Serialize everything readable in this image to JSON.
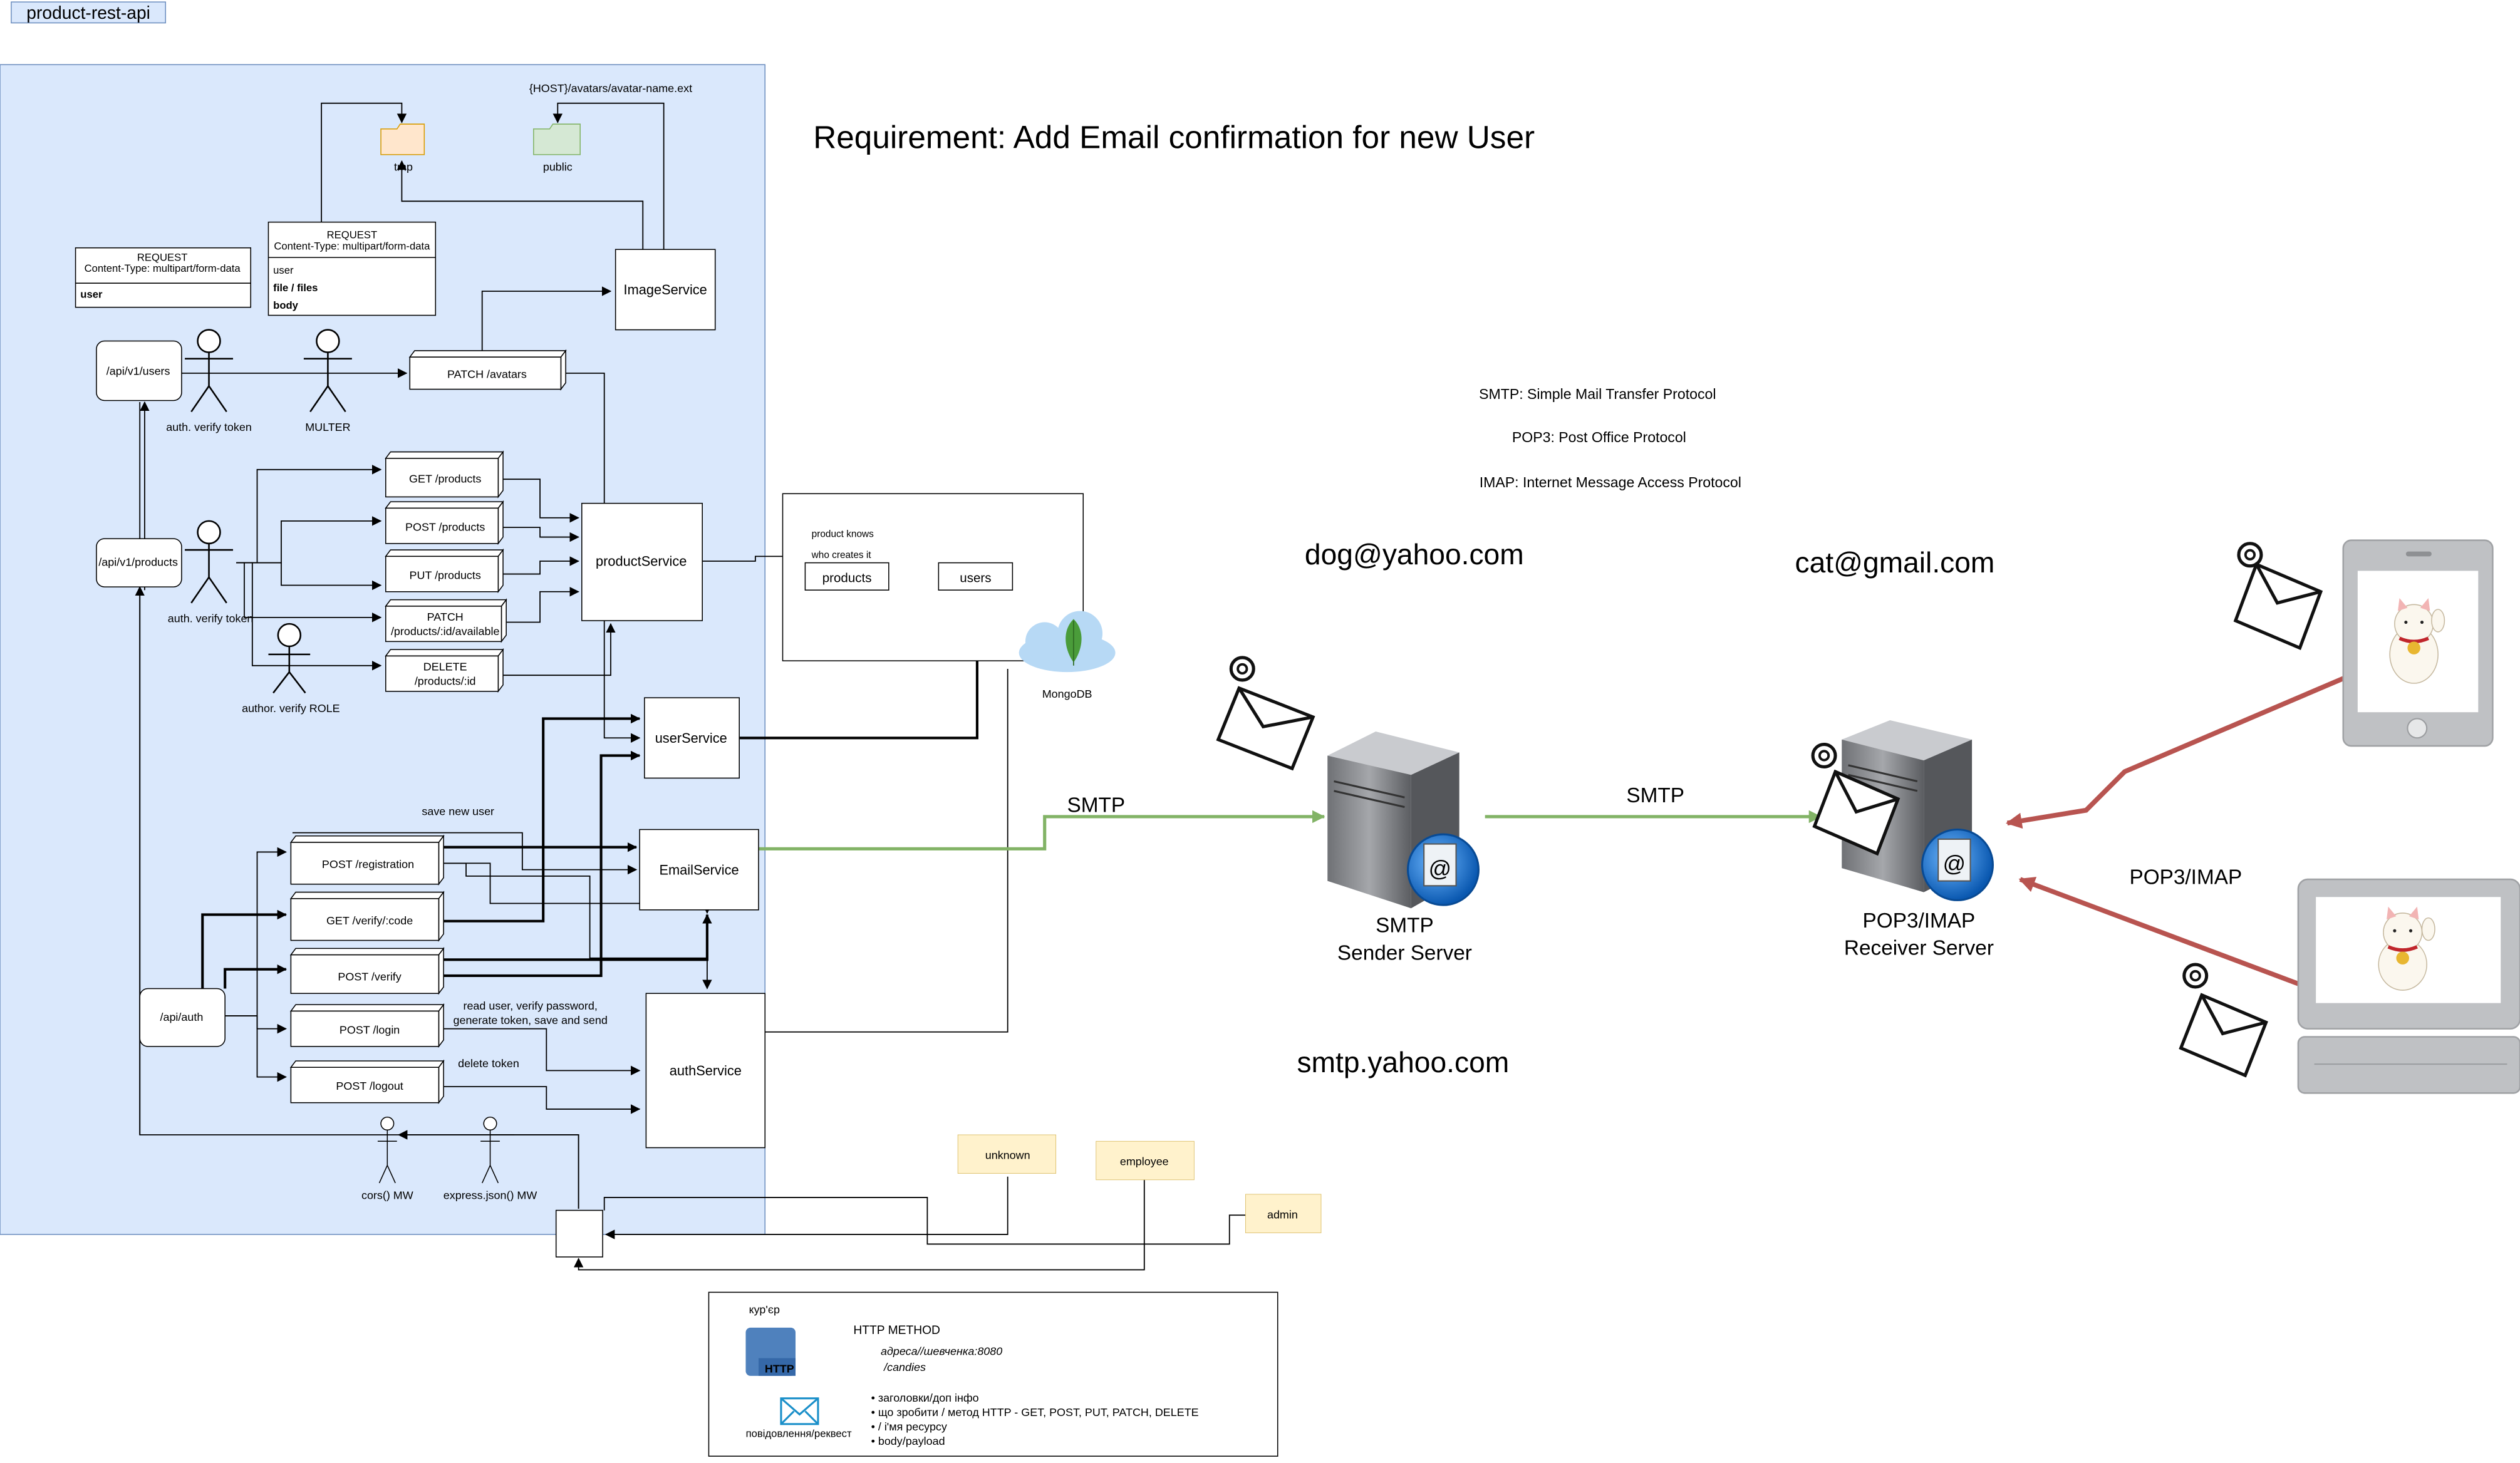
{
  "page_tab": "product-rest-api",
  "title": "Requirement: Add Email confirmation for new User",
  "folders": {
    "tmp": "tmp",
    "public": "public",
    "avatar_path": "{HOST}/avatars/avatar-name.ext"
  },
  "request_box_1": {
    "title": "REQUEST",
    "subtitle": "Content-Type: multipart/form-data",
    "rows": [
      "user"
    ]
  },
  "request_box_2": {
    "title": "REQUEST",
    "subtitle": "Content-Type: multipart/form-data",
    "rows": [
      "user",
      "file / files",
      "body"
    ]
  },
  "services": {
    "image": "ImageService",
    "product": "productService",
    "user": "userService",
    "email": "EmailService",
    "auth": "authService"
  },
  "routes": {
    "users": "/api/v1/users",
    "products": "/api/v1/products",
    "auth": "/api/auth"
  },
  "endpoints": {
    "patch_avatars": "PATCH /avatars",
    "get_products": "GET /products",
    "post_products": "POST /products",
    "put_products": "PUT /products",
    "patch_available_1": "PATCH",
    "patch_available_2": "/products/:id/available",
    "delete_products_1": "DELETE",
    "delete_products_2": "/products/:id",
    "post_registration": "POST /registration",
    "get_verify": "GET /verify/:code",
    "post_verify": "POST /verify",
    "post_login": "POST /login",
    "post_logout": "POST /logout"
  },
  "actors": {
    "auth_users": "auth. verify token",
    "multer": "MULTER",
    "auth_products": "auth. verify token",
    "author_role": "author. verify ROLE",
    "cors": "cors() MW",
    "express_json": "express.json() MW"
  },
  "notes": {
    "save_new_user": "save new user",
    "login_note_1": "read user, verify password,",
    "login_note_2": "generate token, save and send",
    "delete_token": "delete token"
  },
  "db": {
    "note_1": "product knows",
    "note_2": "who creates it",
    "products": "products",
    "users": "users",
    "mongo": "MongoDB"
  },
  "roles": {
    "unknown": "unknown",
    "employee": "employee",
    "admin": "admin"
  },
  "protocols": {
    "smtp_def": "SMTP: Simple Mail Transfer Protocol",
    "pop3_def": "POP3: Post Office Protocol",
    "imap_def": "IMAP: Internet Message Access Protocol"
  },
  "mail": {
    "sender_email": "dog@yahoo.com",
    "receiver_email": "cat@gmail.com",
    "smtp_label_1": "SMTP",
    "smtp_label_2": "SMTP",
    "pop_imap_label": "POP3/IMAP",
    "sender_server_1": "SMTP",
    "sender_server_2": "Sender Server",
    "receiver_server_1": "POP3/IMAP",
    "receiver_server_2": "Receiver Server",
    "smtp_host": "smtp.yahoo.com"
  },
  "legend": {
    "courier": "кур'єр",
    "http_method": "HTTP METHOD",
    "http_badge": "HTTP",
    "address_1": "адреса//шевченка:8080",
    "address_2": "/candies",
    "message": "повідовлення/реквест",
    "bullets": [
      "заголовки/доп інфо",
      "що зробити / метод HTTP - GET, POST, PUT, PATCH, DELETE",
      " / і'мя ресурсу",
      "body/payload"
    ]
  },
  "colors": {
    "panel_fill": "#dae8fc",
    "panel_stroke": "#6c8ebf",
    "smtp_green": "#82b366",
    "pop_red": "#b85450",
    "note_fill": "#fff2cc",
    "folder_orange": "#ffe6cc",
    "folder_green": "#d5e8d4"
  }
}
